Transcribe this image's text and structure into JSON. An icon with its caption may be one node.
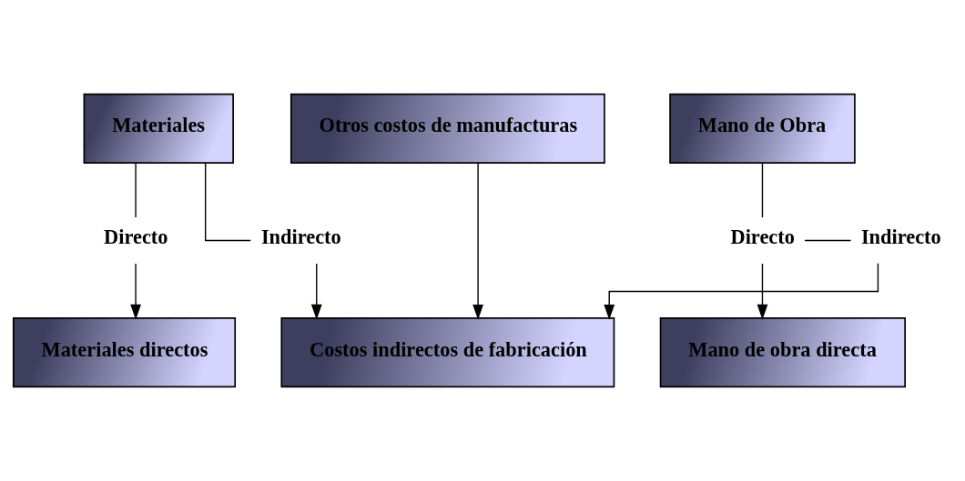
{
  "diagram": {
    "nodes": [
      {
        "text": [
          "Materiales"
        ]
      },
      {
        "text": [
          "Otros costos de manufacturas"
        ]
      },
      {
        "text": [
          "Mano de Obra"
        ]
      },
      {
        "text": [
          "Directo"
        ]
      },
      {
        "text": [
          "Indirecto"
        ]
      },
      {
        "text": [
          "Indirecto"
        ]
      },
      {
        "text": [
          "Directo"
        ]
      },
      {
        "text": [
          "Materiales directos"
        ]
      },
      {
        "text": [
          "Costos indirectos de fabricación"
        ]
      },
      {
        "text": [
          "Mano de obra directa"
        ]
      }
    ],
    "edges": [
      {
        "from": 0,
        "to": 3,
        "arrow": "none"
      },
      {
        "from": 0,
        "to": 4,
        "arrow": "none"
      },
      {
        "from": 1,
        "to": 8,
        "arrow": "to"
      },
      {
        "from": 2,
        "to": 6,
        "arrow": "none"
      },
      {
        "from": 6,
        "to": 5,
        "arrow": "none"
      },
      {
        "from": 3,
        "to": 7,
        "arrow": "to"
      },
      {
        "from": 4,
        "to": 8,
        "arrow": "to"
      },
      {
        "from": 5,
        "to": 8,
        "arrow": "to"
      },
      {
        "from": 6,
        "to": 9,
        "arrow": "to"
      }
    ]
  }
}
